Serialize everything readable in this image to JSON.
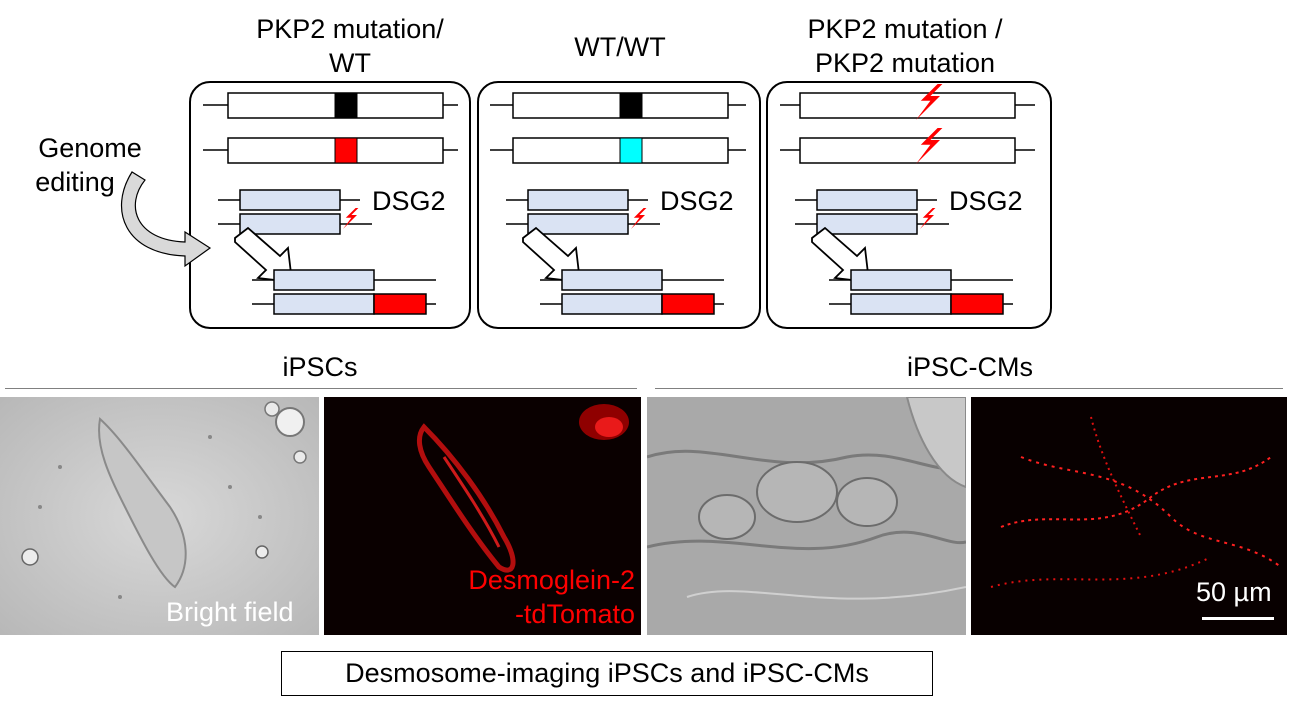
{
  "groups": [
    {
      "title_line1": "PKP2 mutation/",
      "title_line2": "WT",
      "allele1_mark": "#000000",
      "allele2_mark": "#ff0000",
      "lightning": false
    },
    {
      "title_line1": "WT/WT",
      "title_line2": "",
      "allele1_mark": "#000000",
      "allele2_mark": "#00ffff",
      "lightning": false
    },
    {
      "title_line1": "PKP2 mutation /",
      "title_line2": "PKP2 mutation",
      "allele1_mark": "",
      "allele2_mark": "",
      "lightning": true
    }
  ],
  "dsg2_label": "DSG2",
  "genome_editing": {
    "line1": "Genome",
    "line2": "editing"
  },
  "sections": {
    "left": "iPSCs",
    "right": "iPSC-CMs"
  },
  "panels": {
    "bright_field_label": "Bright field",
    "fluor_label_line1": "Desmoglein-2",
    "fluor_label_line2": "-tdTomato",
    "scale_label": "50 µm"
  },
  "caption": "Desmosome-imaging iPSCs and iPSC-CMs",
  "colors": {
    "tag": "#ff0000",
    "gene_box": "#dae3f3",
    "accent_cyan": "#00ffff"
  }
}
